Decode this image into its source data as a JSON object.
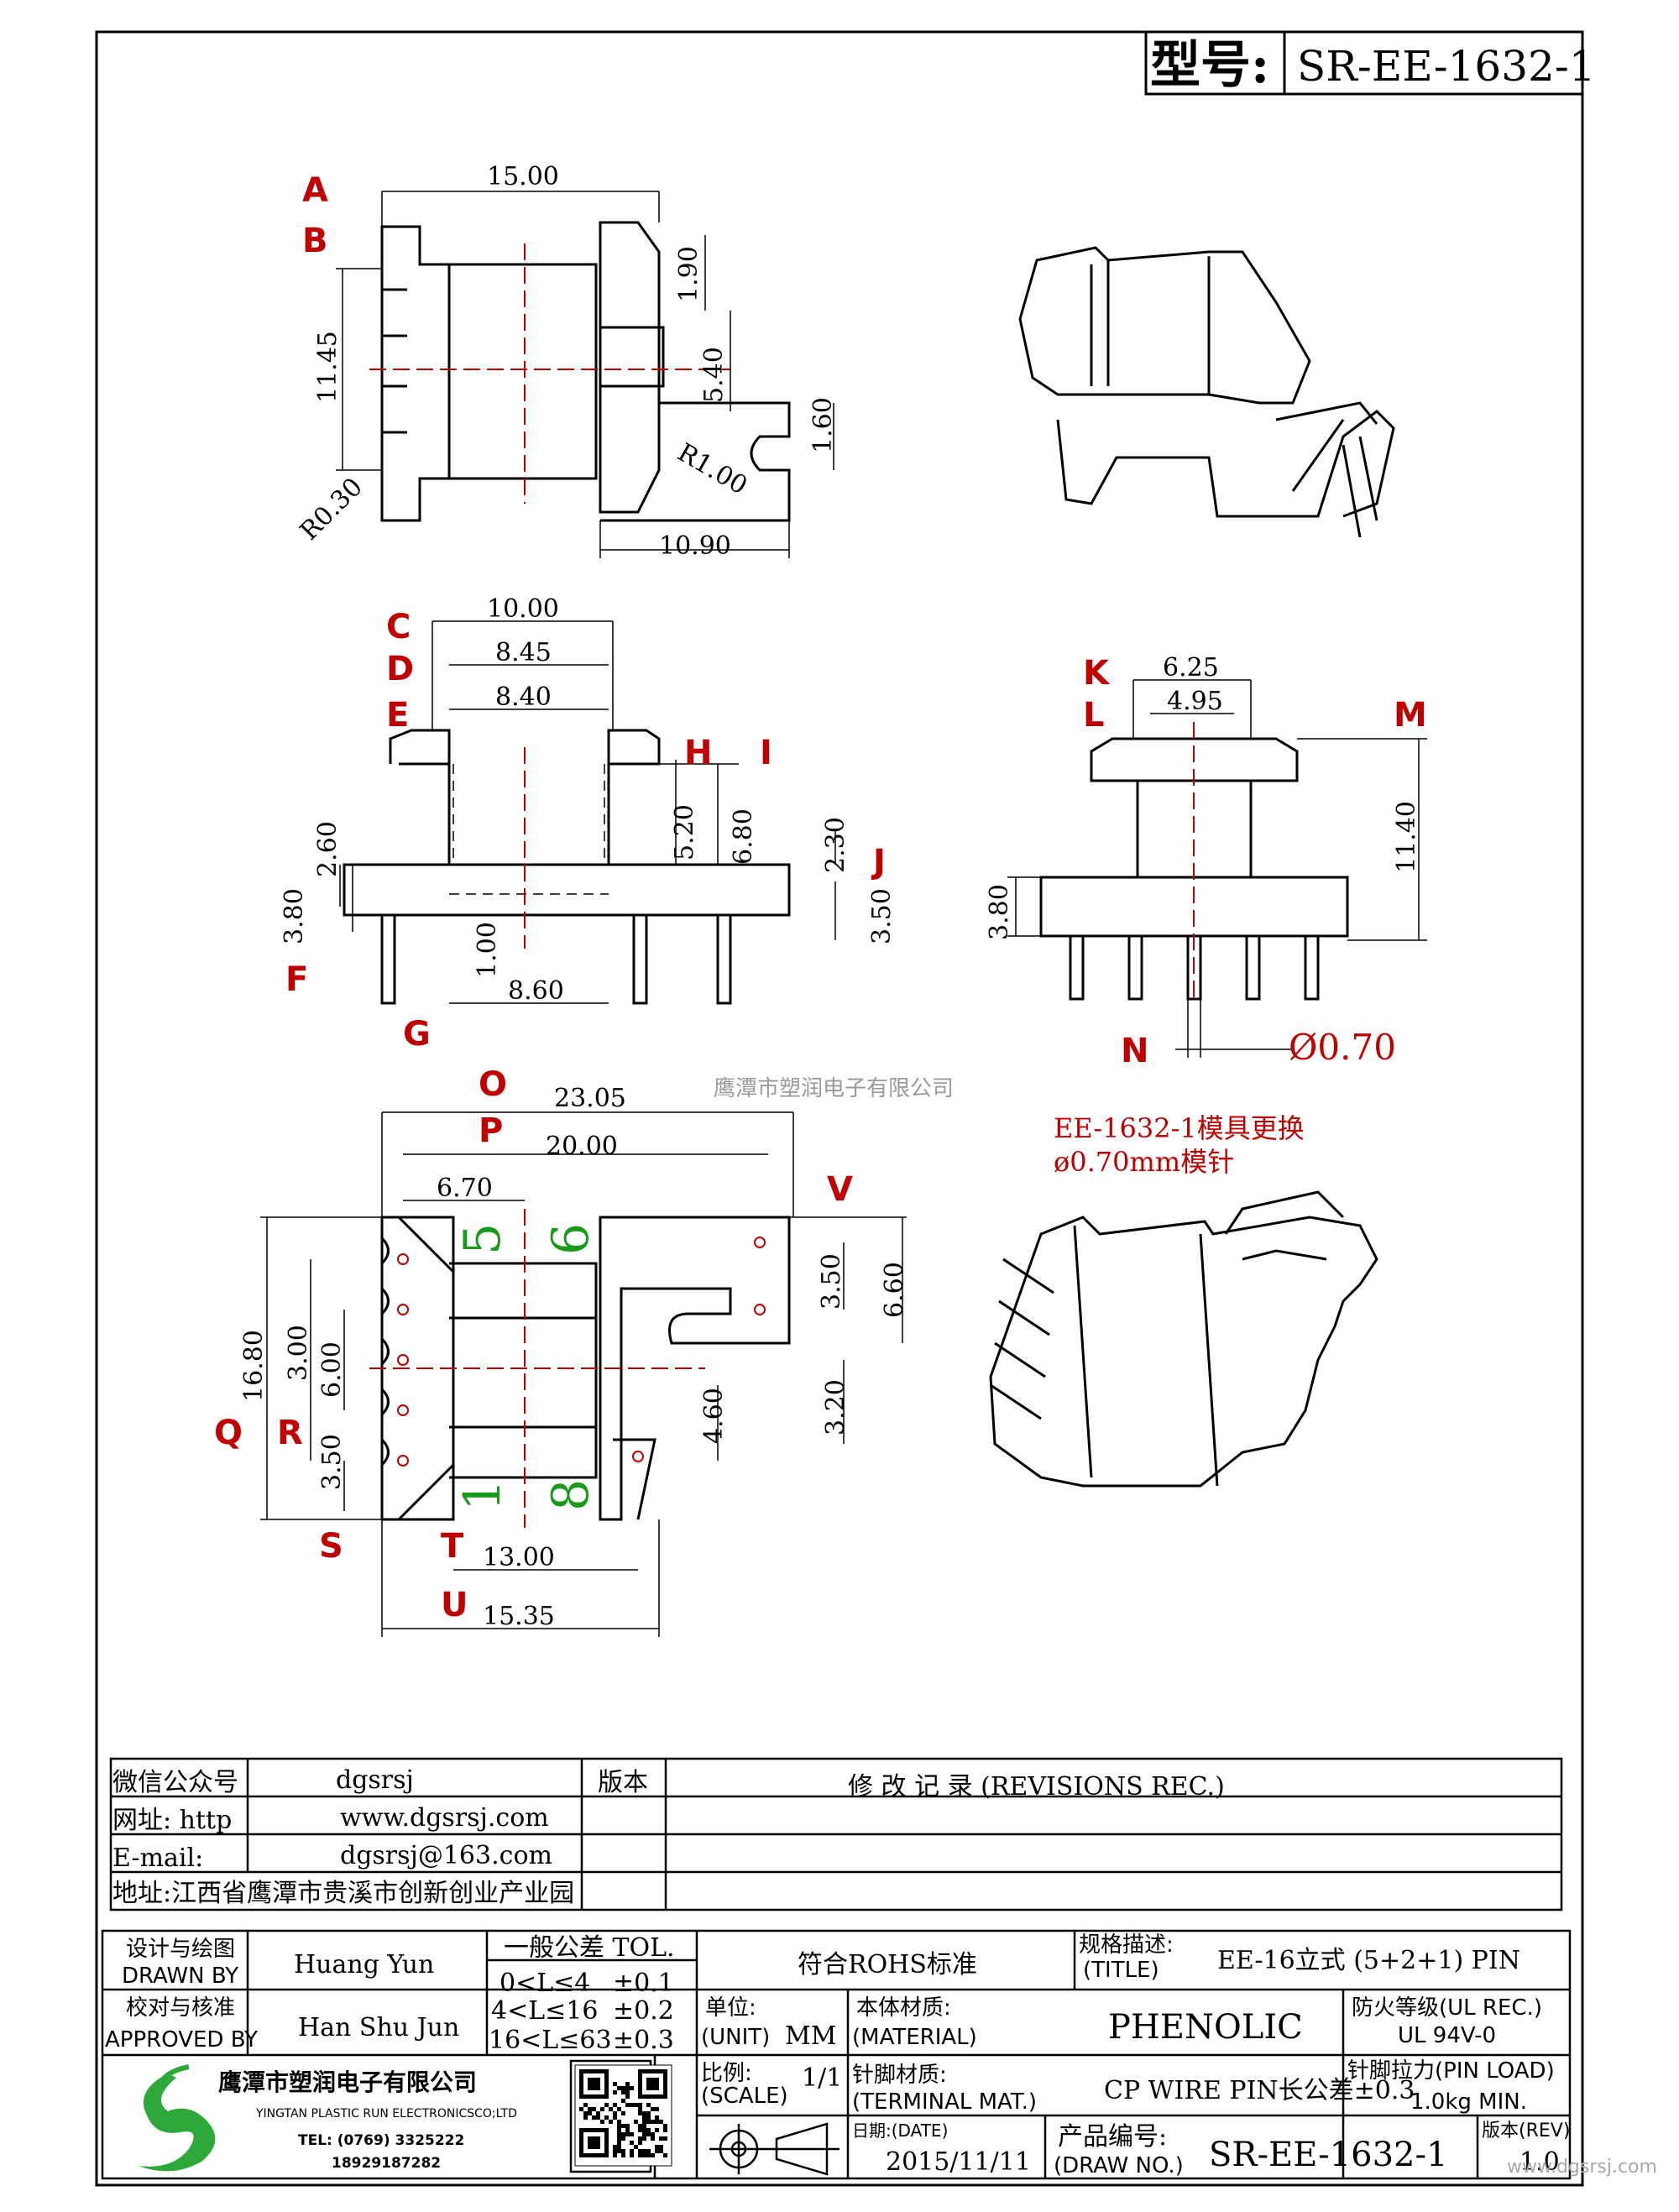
{
  "header": {
    "model_label": "型号:",
    "model_no": "SR-EE-1632-1"
  },
  "top_view": {
    "labels": [
      "A",
      "B"
    ],
    "dims": [
      "15.00",
      "1.90",
      "5.40",
      "1.60",
      "11.45",
      "R1.00",
      "R0.30",
      "10.90"
    ]
  },
  "front_view": {
    "labels": [
      "C",
      "D",
      "E",
      "H",
      "I",
      "J",
      "F",
      "G"
    ],
    "dims": [
      "10.00",
      "8.45",
      "8.40",
      "5.20",
      "6.80",
      "2.30",
      "2.60",
      "3.80",
      "1.00",
      "3.50",
      "8.60"
    ]
  },
  "side_view": {
    "labels": [
      "K",
      "L",
      "M",
      "N"
    ],
    "dims": [
      "6.25",
      "4.95",
      "11.40",
      "3.80"
    ],
    "pin_dia": "Ø0.70"
  },
  "bottom_view": {
    "labels": [
      "O",
      "P",
      "V",
      "Q",
      "R",
      "S",
      "T",
      "U"
    ],
    "dims": [
      "23.05",
      "20.00",
      "6.70",
      "3.50",
      "6.60",
      "3.00",
      "6.00",
      "16.80",
      "3.50",
      "4.60",
      "3.20",
      "13.00",
      "15.35"
    ],
    "pin_numbers": [
      "5",
      "6",
      "1",
      "8"
    ]
  },
  "watermark": "鹰潭市塑润电子有限公司",
  "note": {
    "line1": "EE-1632-1模具更换",
    "line2": "ø0.70mm模针"
  },
  "contact": {
    "wechat_label": "微信公众号",
    "wechat_value": "dgsrsj",
    "web_label": "网址: http",
    "web_value": "www.dgsrsj.com",
    "email_label": "E-mail:",
    "email_value": "dgsrsj@163.com",
    "address": "地址:江西省鹰潭市贵溪市创新创业产业园"
  },
  "revisions": {
    "version_label": "版本",
    "title": "修 改 记 录  (REVISIONS REC.)"
  },
  "title_block": {
    "design_cn": "设计与绘图",
    "design_en": "DRAWN BY",
    "designer": "Huang Yun",
    "check_cn": "校对与核准",
    "check_en": "APPROVED BY",
    "checker": "Han Shu Jun",
    "tol_title": "一般公差 TOL.",
    "tol_rows": [
      {
        "range": "0<L≤4",
        "tol": "±0.1"
      },
      {
        "range": "4<L≤16",
        "tol": "±0.2"
      },
      {
        "range": "16<L≤63",
        "tol": "±0.3"
      }
    ],
    "rohs": "符合ROHS标准",
    "title_cn": "规格描述:",
    "title_en": "(TITLE)",
    "title_value": "EE-16立式 (5+2+1) PIN",
    "unit_cn": "单位:",
    "unit_en": "(UNIT)",
    "unit_value": "MM",
    "material_cn": "本体材质:",
    "material_en": "(MATERIAL)",
    "material_value": "PHENOLIC",
    "fire_cn": "防火等级(UL REC.)",
    "fire_value": "UL 94V-0",
    "scale_cn": "比例:",
    "scale_en": "(SCALE)",
    "scale_value": "1/1",
    "terminal_cn": "针脚材质:",
    "terminal_en": "(TERMINAL MAT.)",
    "terminal_value": "CP WIRE  PIN长公差±0.3",
    "pull_cn": "针脚拉力(PIN LOAD)",
    "pull_value": "1.0kg MIN.",
    "date_label": "日期:(DATE)",
    "date_value": "2015/11/11",
    "drawno_cn": "产品编号:",
    "drawno_en": "(DRAW NO.)",
    "drawno_value": "SR-EE-1632-1",
    "rev_label": "版本(REV)",
    "rev_value": "1.0",
    "company_cn": "鹰潭市塑润电子有限公司",
    "company_en": "YINGTAN PLASTIC RUN ELECTRONICSCO;LTD",
    "tel": "TEL: (0769) 3325222",
    "mobile": "18929187282"
  },
  "site_mark": "www.dgsrsj.com"
}
